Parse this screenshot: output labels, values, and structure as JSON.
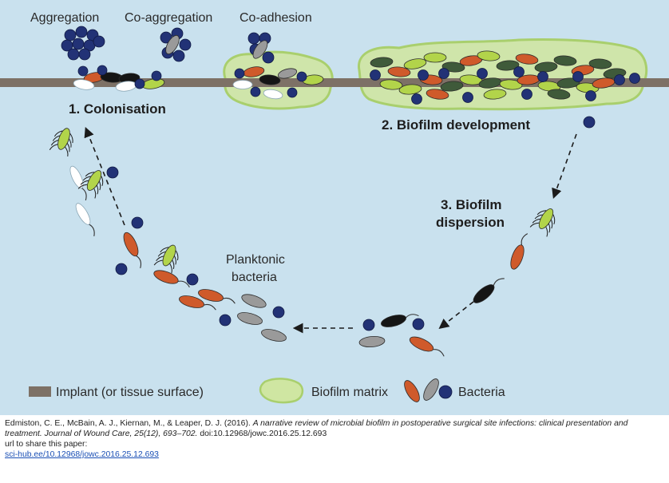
{
  "diagram": {
    "labels": {
      "aggregation": "Aggregation",
      "co_aggregation": "Co-aggregation",
      "co_adhesion": "Co-adhesion",
      "colonisation": "1. Colonisation",
      "biofilm_development": "2. Biofilm development",
      "dispersion_line1": "3. Biofilm",
      "dispersion_line2": "dispersion",
      "planktonic_line1": "Planktonic",
      "planktonic_line2": "bacteria"
    },
    "legend": {
      "implant": "Implant (or tissue surface)",
      "matrix": "Biofilm matrix",
      "bacteria": "Bacteria"
    },
    "colors": {
      "background": "#c9e1ee",
      "surface": "#7d7166",
      "matrix_fill": "#cfe6a2",
      "matrix_edge": "#a9cf6d",
      "orange": "#cf5a2b",
      "grey": "#9a9a9a",
      "navy": "#223276",
      "green": "#b2d44a",
      "dark_green": "#3f5a3a",
      "black": "#151515"
    }
  },
  "citation": {
    "authors": "Edmiston, C. E., McBain, A. J., Kiernan, M., & Leaper, D. J. (2016).",
    "title": "A narrative review of microbial biofilm in postoperative surgical site infections: clinical presentation and treatment.",
    "journal": "Journal of Wound Care, 25(12), 693–702.",
    "doi": "doi:10.12968/jowc.2016.25.12.693",
    "share_label": "url to share this paper:",
    "share_url": "sci-hub.ee/10.12968/jowc.2016.25.12.693"
  }
}
